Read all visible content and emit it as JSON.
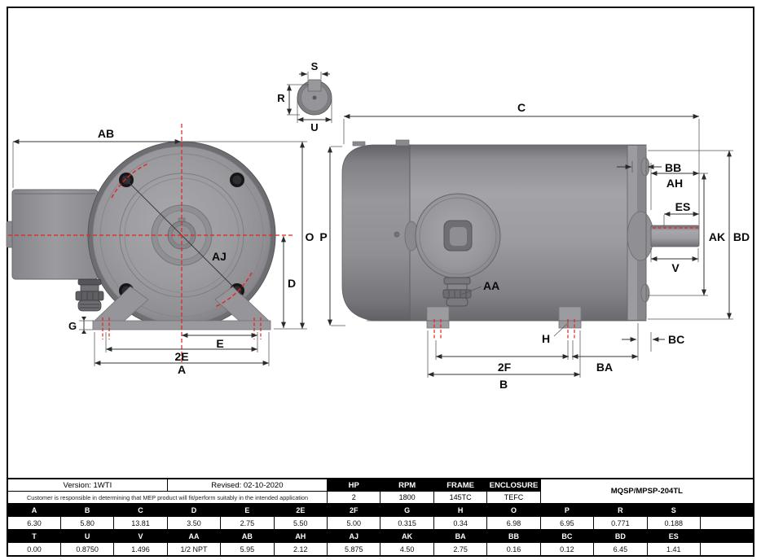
{
  "colors": {
    "accent_red": "#e8201e",
    "motor_gray": "#98989c",
    "table_header_bg": "#000000",
    "muted_header_text": "#8f8f8f"
  },
  "drawing": {
    "labels": {
      "AB": "AB",
      "O": "O",
      "P": "P",
      "D": "D",
      "G": "G",
      "E": "E",
      "2E": "2E",
      "A": "A",
      "AJ": "AJ",
      "S": "S",
      "R": "R",
      "U": "U",
      "C": "C",
      "AA": "AA",
      "H": "H",
      "2F": "2F",
      "BA": "BA",
      "B": "B",
      "BB": "BB",
      "AH": "AH",
      "ES": "ES",
      "AK": "AK",
      "BD": "BD",
      "V": "V",
      "BC": "BC"
    }
  },
  "footer": {
    "version": "Version: 1WTI",
    "revised": "Revised: 02-10-2020",
    "note": "Customer is responsible in determining that MEP product will fit/perform suitably in the intended application",
    "model": "MQSP/MPSP-204TL",
    "specs": {
      "headers": [
        "HP",
        "RPM",
        "FRAME",
        "ENCLOSURE"
      ],
      "values": [
        "2",
        "1800",
        "145TC",
        "TEFC"
      ]
    },
    "dims1": {
      "headers": [
        "A",
        "B",
        "C",
        "D",
        "E",
        "2E",
        "2F",
        "G",
        "H",
        "O",
        "P",
        "R",
        "S",
        ""
      ],
      "values": [
        "6.30",
        "5.80",
        "13.81",
        "3.50",
        "2.75",
        "5.50",
        "5.00",
        "0.315",
        "0.34",
        "6.98",
        "6.95",
        "0.771",
        "0.188",
        ""
      ]
    },
    "dims2": {
      "headers": [
        "T",
        "U",
        "V",
        "AA",
        "AB",
        "AH",
        "AJ",
        "AK",
        "BA",
        "BB",
        "BC",
        "BD",
        "ES",
        ""
      ],
      "values": [
        "0.00",
        "0.8750",
        "1.496",
        "1/2 NPT",
        "5.95",
        "2.12",
        "5.875",
        "4.50",
        "2.75",
        "0.16",
        "0.12",
        "6.45",
        "1.41",
        ""
      ]
    }
  }
}
